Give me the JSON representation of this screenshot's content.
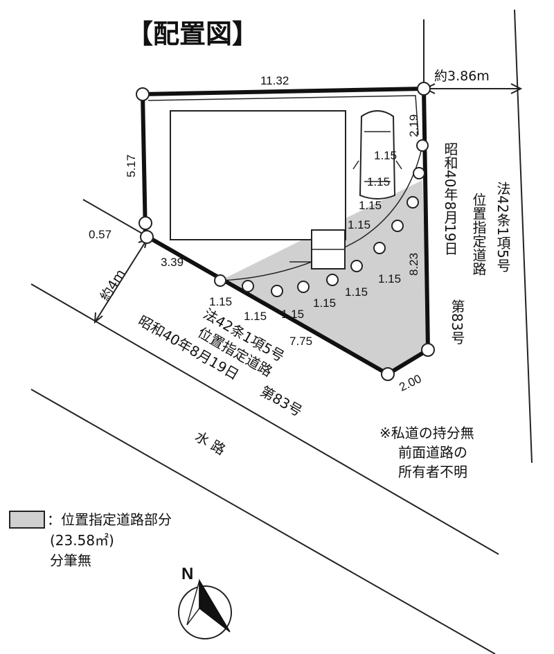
{
  "title": "【配置図】",
  "dimensions": {
    "top": "11.32",
    "left": "5.17",
    "small_left": "0.57",
    "lower_left": "3.39",
    "bottom_edge": "7.75",
    "bottom_right": "2.00",
    "right_upper": "2.19",
    "right_lower": "8.23",
    "segment": "1.15",
    "setback_right": "約3.86m",
    "setback_left": "約4m"
  },
  "right_road_label": {
    "col1": "昭和40年8月19日",
    "col2": "位置指定道路",
    "col3": "第83号",
    "col4": "法42条1項5号"
  },
  "bottom_road_label": {
    "line1": "法42条1項5号",
    "line2": "位置指定道路",
    "line3": "昭和40年8月19日　　第83号"
  },
  "waterway_label": "水 路",
  "note": {
    "line1": "※私道の持分無",
    "line2": "前面道路の",
    "line3": "所有者不明"
  },
  "legend": {
    "swatch_color": "#d0d0d0",
    "line1": "：位置指定道路部分",
    "line2": "(23.58㎡)",
    "line3": "分筆無"
  },
  "compass": {
    "label": "N",
    "icon": "north-arrow-icon"
  }
}
